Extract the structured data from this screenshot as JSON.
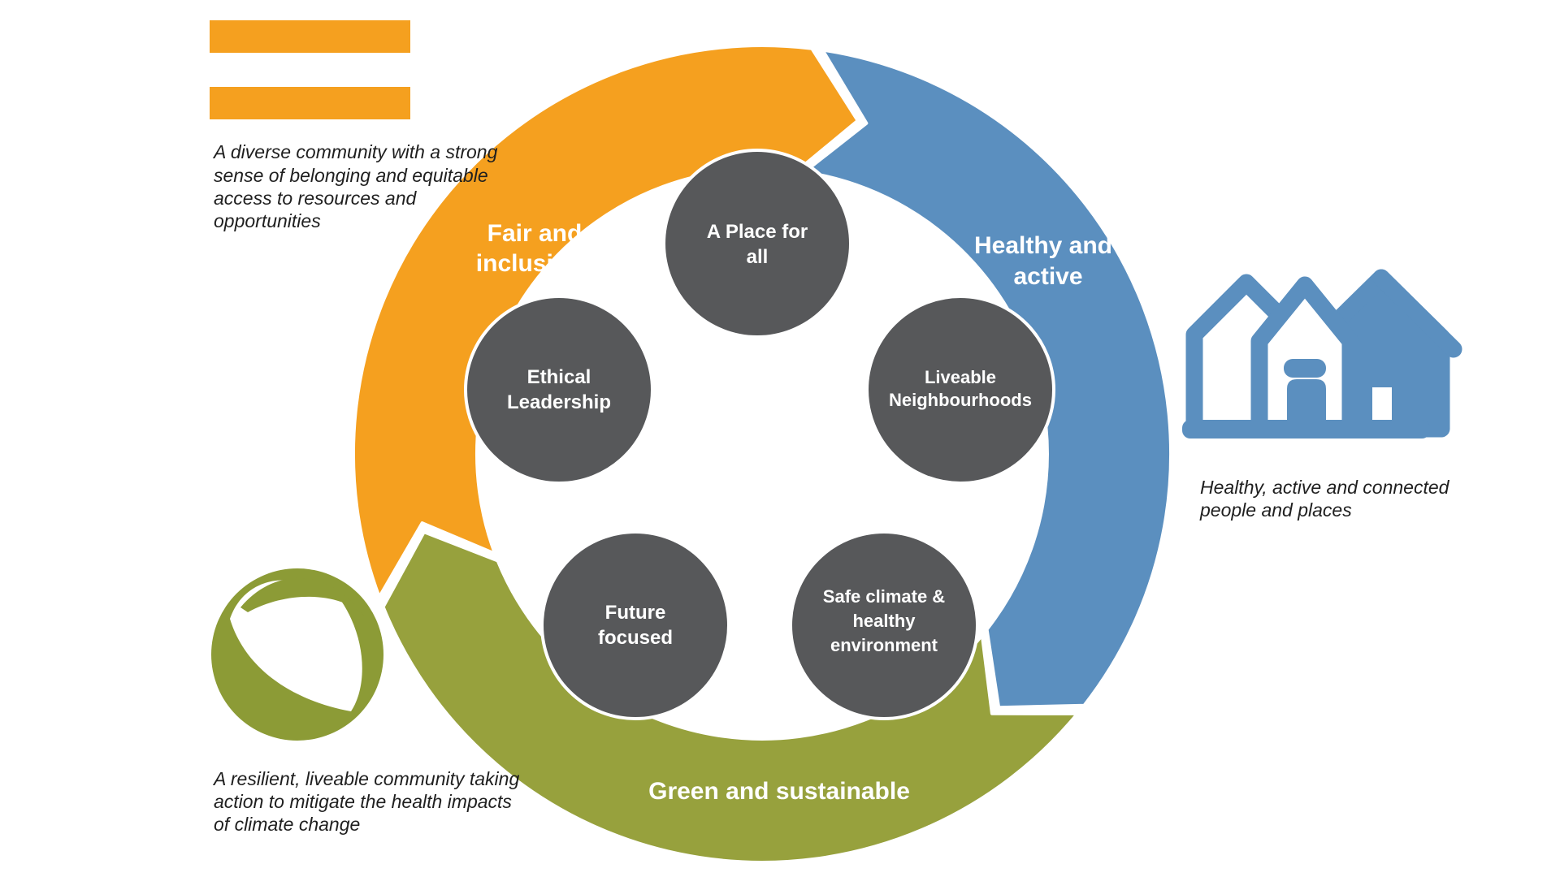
{
  "diagram": {
    "type": "cycle",
    "ring": {
      "segments": [
        {
          "id": "fair-inclusive",
          "label_lines": [
            "Fair and",
            "inclusive"
          ],
          "color": "#F5A01F",
          "caption_lines": [
            "A diverse community with a strong",
            "sense of belonging and equitable",
            "access to resources and",
            "opportunities"
          ]
        },
        {
          "id": "healthy-active",
          "label_lines": [
            "Healthy and",
            "active"
          ],
          "color": "#5B8FBF",
          "caption_lines": [
            "Healthy, active and connected",
            "people and places"
          ]
        },
        {
          "id": "green-sustainable",
          "label_lines": [
            "Green and sustainable"
          ],
          "color": "#97A13D",
          "caption_lines": [
            "A resilient, liveable community taking",
            "action to mitigate the health impacts",
            "of climate change"
          ]
        }
      ],
      "circles": [
        {
          "id": "place-for-all",
          "label_lines": [
            "A Place for",
            "all"
          ]
        },
        {
          "id": "liveable-neighbourhoods",
          "label_lines": [
            "Liveable",
            "Neighbourhoods"
          ]
        },
        {
          "id": "safe-climate",
          "label_lines": [
            "Safe climate &",
            "healthy",
            "environment"
          ]
        },
        {
          "id": "future-focused",
          "label_lines": [
            "Future",
            "focused"
          ]
        },
        {
          "id": "ethical-leadership",
          "label_lines": [
            "Ethical",
            "Leadership"
          ]
        }
      ]
    },
    "icons": [
      {
        "id": "equals-icon",
        "meaning": "equality bars",
        "color": "#F5A01F"
      },
      {
        "id": "houses-icon",
        "meaning": "neighbourhood houses",
        "color": "#5B8FBF"
      },
      {
        "id": "leaf-icon",
        "meaning": "sustainability leaf",
        "color": "#8C9B36"
      }
    ],
    "colors": {
      "orange": "#F5A01F",
      "blue": "#5B8FBF",
      "olive": "#97A13D",
      "leaf_olive": "#8C9B36",
      "circle_gray": "#57585A",
      "caption_text": "#1F1F1F",
      "background": "#FFFFFF"
    }
  }
}
